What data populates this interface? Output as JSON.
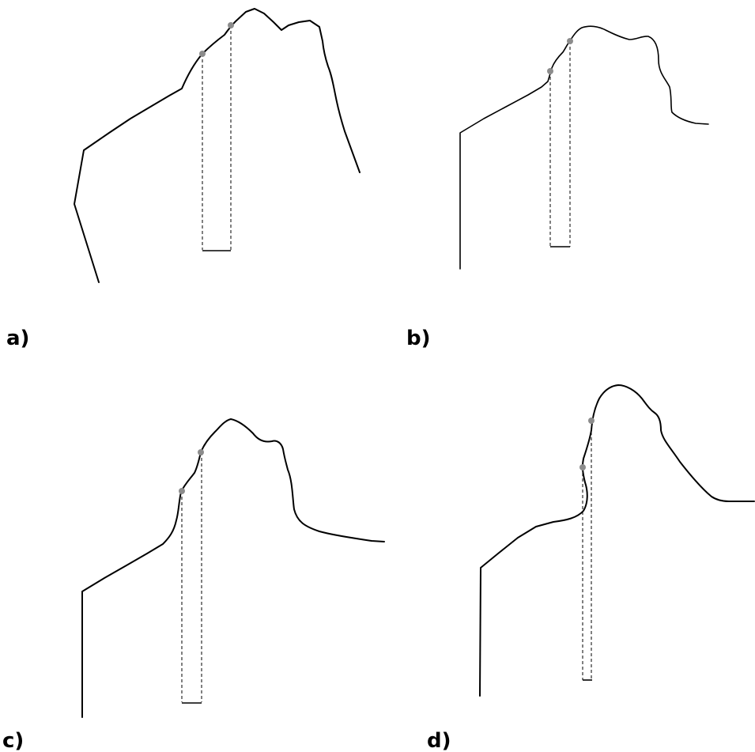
{
  "panels": [
    {
      "label": "a)"
    },
    {
      "label": "b)"
    },
    {
      "label": "c)"
    },
    {
      "label": "d)"
    }
  ],
  "colors": {
    "profile": "#000000",
    "landmark": "#8c8c8c",
    "background": "#ffffff"
  }
}
